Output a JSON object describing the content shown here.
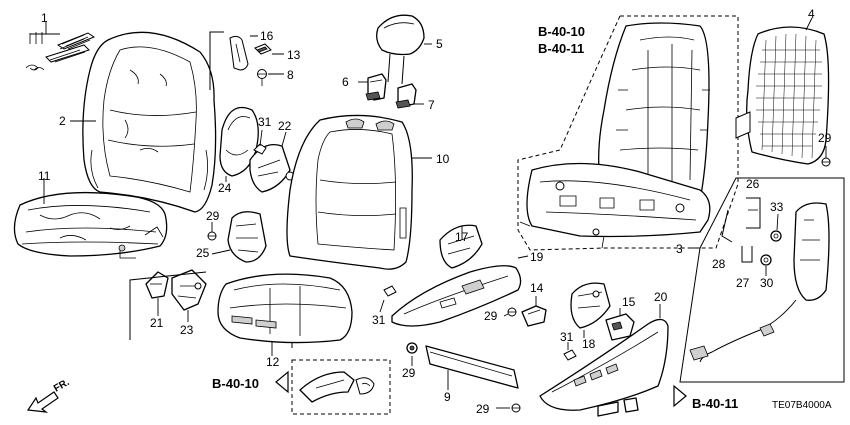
{
  "callouts": {
    "n1": "1",
    "n2": "2",
    "n3": "3",
    "n4": "4",
    "n5": "5",
    "n6": "6",
    "n7": "7",
    "n8": "8",
    "n9": "9",
    "n10": "10",
    "n11": "11",
    "n12": "12",
    "n13": "13",
    "n14": "14",
    "n15": "15",
    "n16": "16",
    "n17": "17",
    "n18": "18",
    "n19": "19",
    "n20": "20",
    "n21": "21",
    "n22": "22",
    "n23": "23",
    "n24": "24",
    "n25": "25",
    "n26": "26",
    "n27": "27",
    "n28": "28",
    "n29a": "29",
    "n29b": "29",
    "n29c": "29",
    "n29d": "29",
    "n29e": "29",
    "n30": "30",
    "n31a": "31",
    "n31b": "31",
    "n31c": "31",
    "n33": "33"
  },
  "references": {
    "frame_ref_1": "B-40-10",
    "frame_ref_2": "B-40-11",
    "bottom_ref_left": "B-40-10",
    "bottom_ref_right": "B-40-11"
  },
  "diagram_code": "TE07B4000A",
  "front_indicator": "FR.",
  "icons": [
    "front-direction-arrow",
    "reference-arrow-left",
    "reference-arrow-right"
  ]
}
